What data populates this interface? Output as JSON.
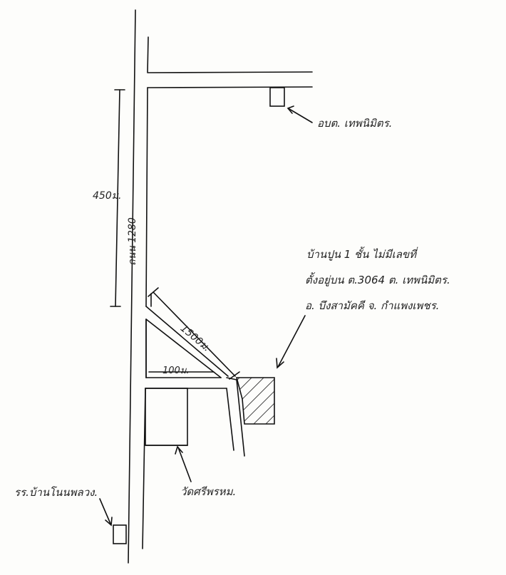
{
  "labels": {
    "sao": "อบต. เทพนิมิตร.",
    "house_line1": "บ้านปูน 1 ชั้น ไม่มีเลขที่",
    "house_line2": "ตั้งอยู่บน ต.3064 ต. เทพนิมิตร.",
    "house_line3": "อ. บึงสามัคคี จ. กำแพงเพชร.",
    "road": "ถนน 1280",
    "dist_450": "450ม.",
    "dist_1500": "1500ม.",
    "dist_100": "100ม.",
    "temple": "วัดศรีพรหม.",
    "school": "รร.บ้านโนนพลวง."
  }
}
